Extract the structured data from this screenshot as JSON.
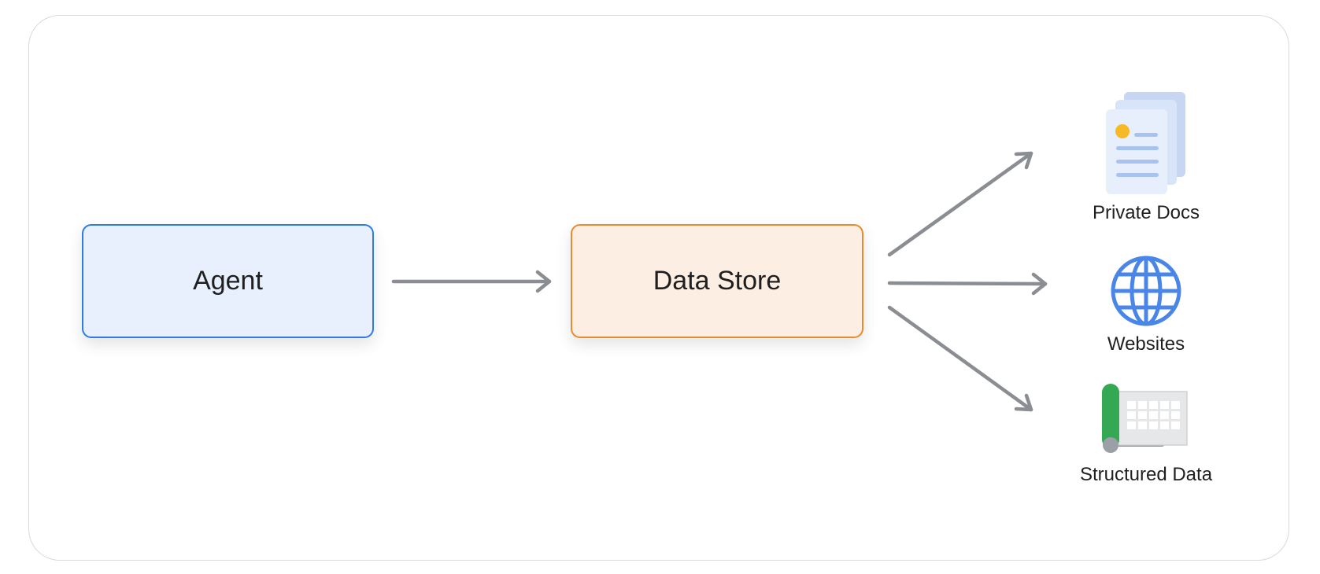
{
  "diagram": {
    "agent": {
      "label": "Agent"
    },
    "data_store": {
      "label": "Data Store"
    },
    "sources": [
      {
        "label": "Private Docs",
        "icon": "documents-icon"
      },
      {
        "label": "Websites",
        "icon": "globe-icon"
      },
      {
        "label": "Structured Data",
        "icon": "spreadsheet-icon"
      }
    ]
  },
  "colors": {
    "agent_fill": "#e8f0fe",
    "agent_border": "#2f7be0",
    "store_fill": "#fdeee3",
    "store_border": "#e88a2e",
    "arrow": "#8a8d91",
    "globe": "#4a86e8",
    "sheet_green": "#34a853"
  }
}
